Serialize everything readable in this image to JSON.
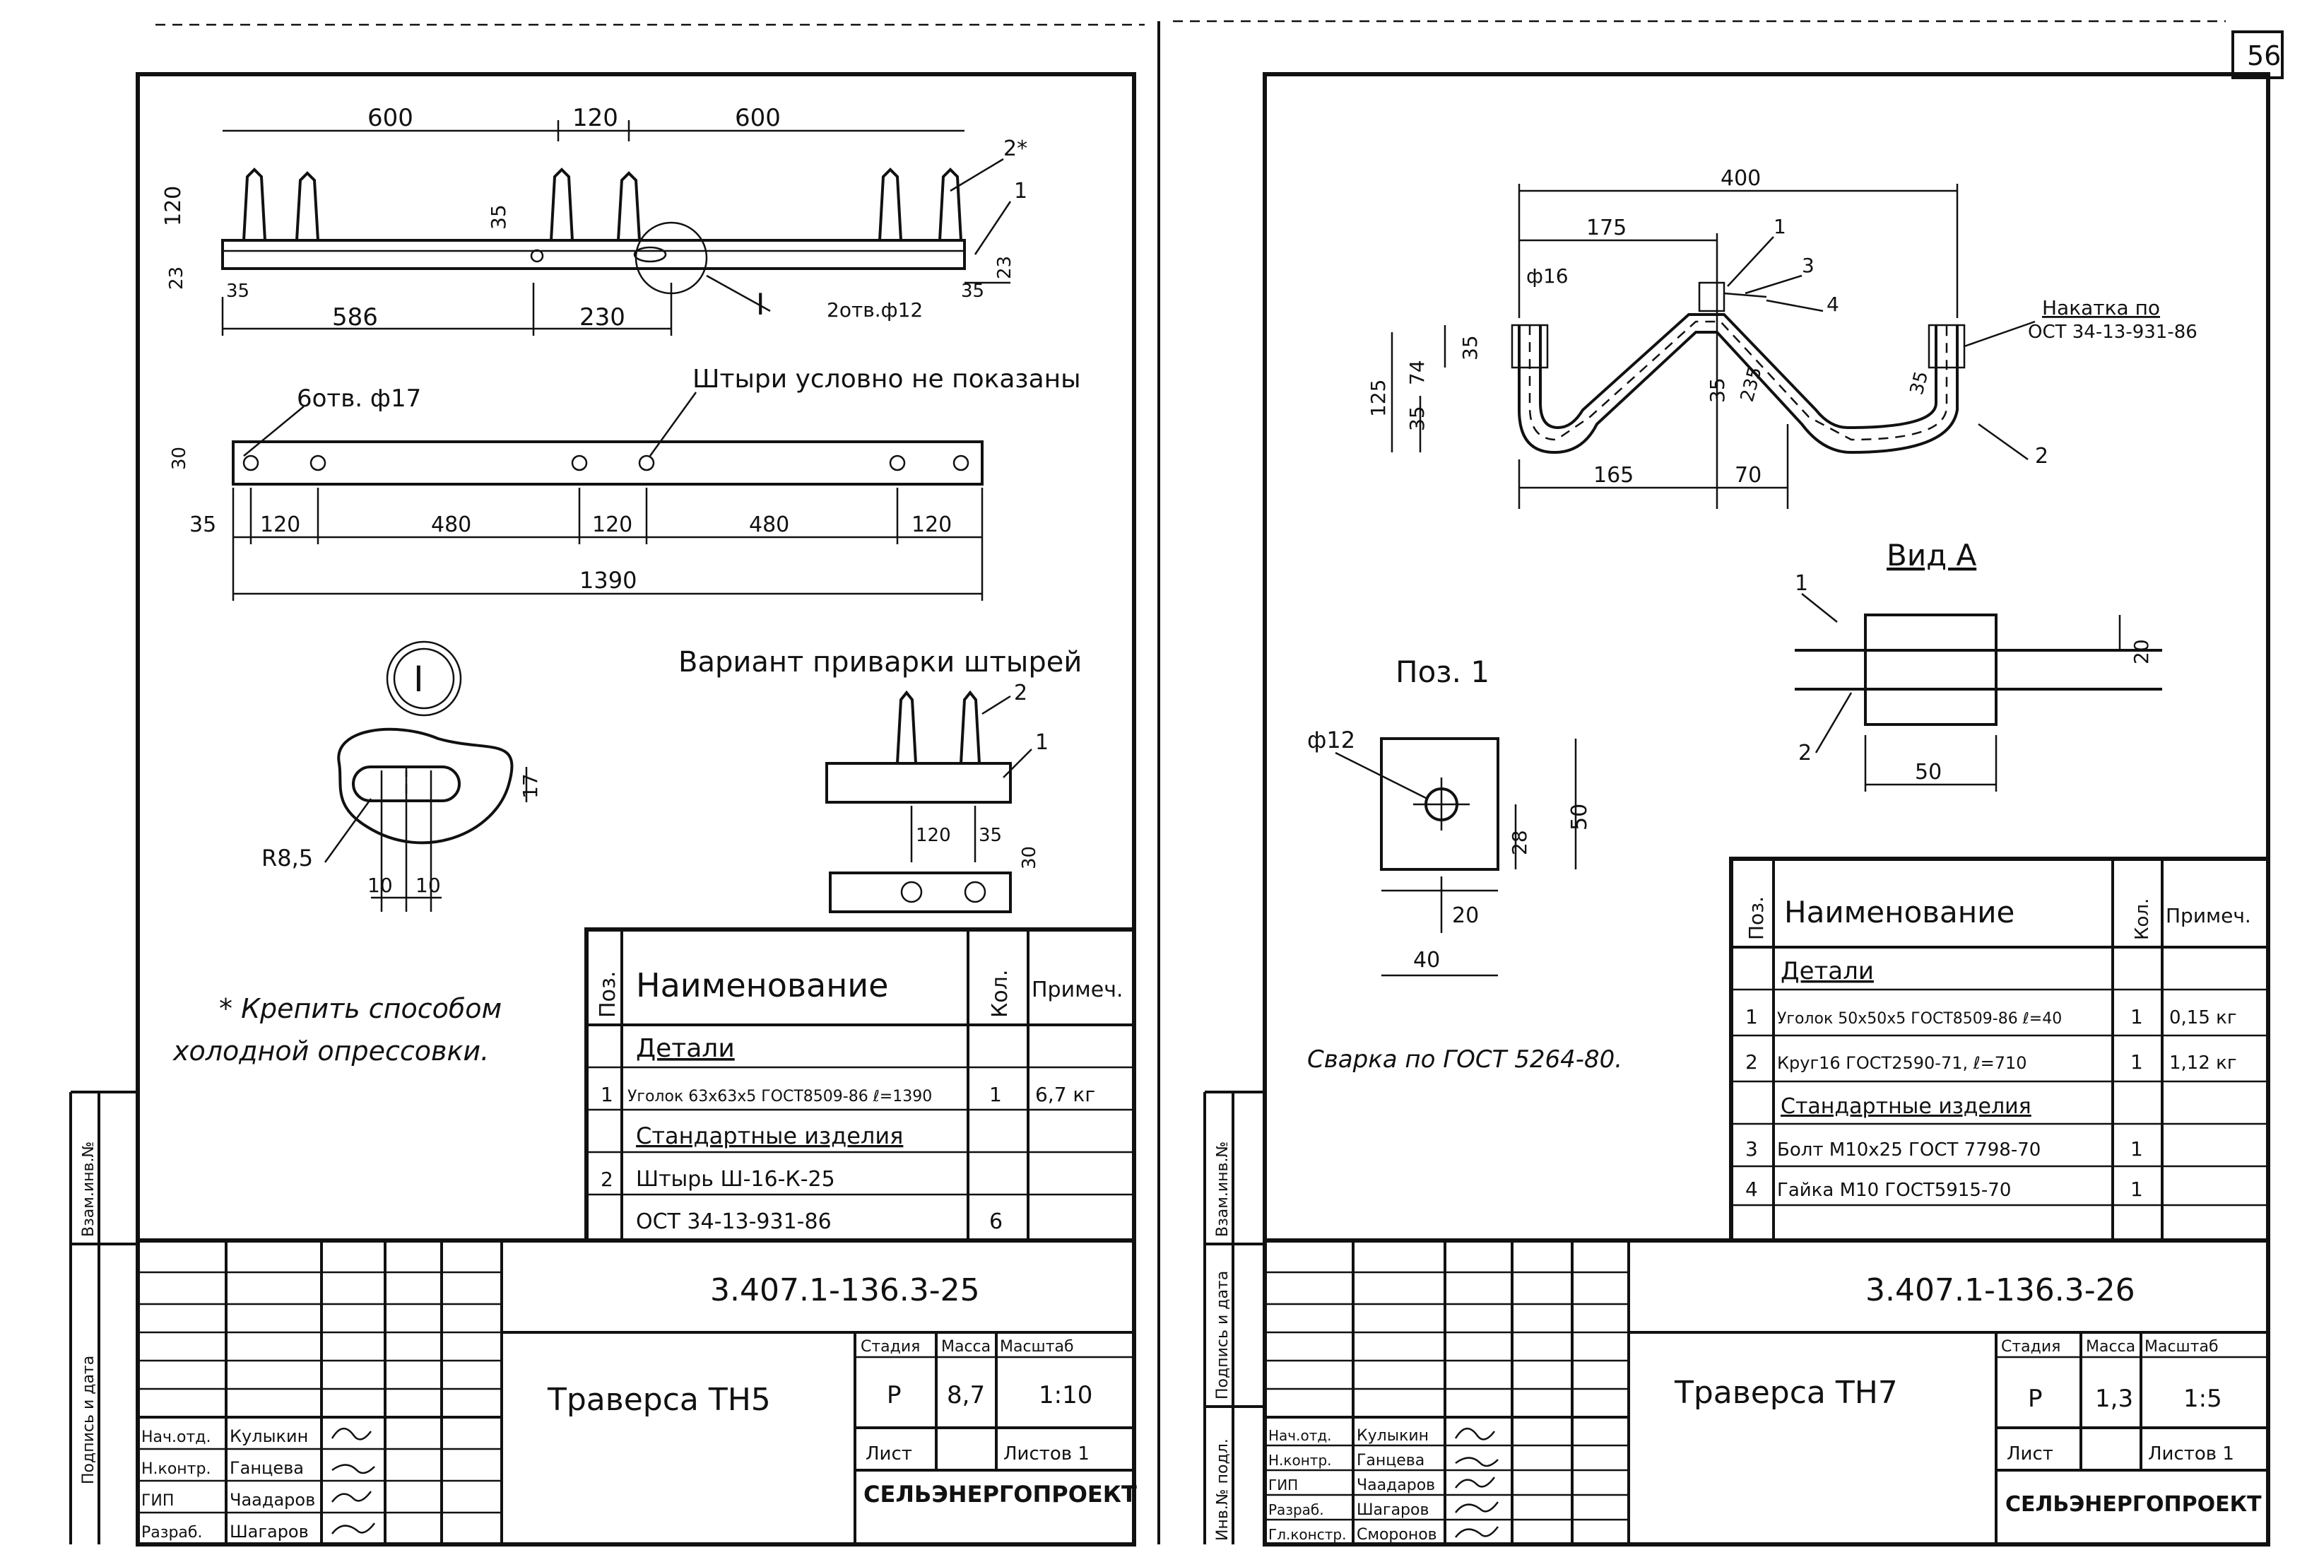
{
  "page_number": "56",
  "left_sheet": {
    "dims_top": {
      "d600a": "600",
      "d120": "120",
      "d600b": "600",
      "d120h": "120",
      "d35": "35",
      "d23a": "23",
      "d23b": "23",
      "d35a": "35",
      "d586": "586",
      "d230": "230",
      "d35b": "35",
      "holes": "2отв.ф12",
      "callout1": "1",
      "callout2": "2*",
      "section_mark": "I"
    },
    "dims_plan": {
      "holes": "6отв. ф17",
      "note_pins": "Штыри условно не показаны",
      "d30": "30",
      "d35": "35",
      "d120a": "120",
      "d480a": "480",
      "d120b": "120",
      "d480b": "480",
      "d120c": "120",
      "d1390": "1390"
    },
    "detail": {
      "mark": "I",
      "r": "R8,5",
      "d17": "17",
      "d10a": "10",
      "d10b": "10"
    },
    "variant": {
      "title": "Вариант приварки штырей",
      "c2": "2",
      "c1": "1",
      "d120": "120",
      "d35": "35",
      "d30": "30"
    },
    "note": {
      "line1": "* Крепить способом",
      "line2": "холодной опрессовки."
    },
    "spec": {
      "h_pos": "Поз.",
      "h_name": "Наименование",
      "h_qty": "Кол.",
      "h_note": "Примеч.",
      "rows": [
        {
          "pos": "",
          "name": "Детали",
          "qty": "",
          "note": ""
        },
        {
          "pos": "1",
          "name": "Уголок 63х63х5 ГОСТ8509-86 ℓ=1390",
          "qty": "1",
          "note": "6,7 кг"
        },
        {
          "pos": "",
          "name": "Стандартные изделия",
          "qty": "",
          "note": ""
        },
        {
          "pos": "2",
          "name": "Штырь Ш-16-К-25",
          "qty": "",
          "note": ""
        },
        {
          "pos": "",
          "name": "ОСТ 34-13-931-86",
          "qty": "6",
          "note": ""
        }
      ]
    },
    "side_stamp": {
      "a": "Взам.инв.№",
      "b": "Подпись и дата"
    },
    "title_block": {
      "code": "3.407.1-136.3-25",
      "name": "Траверса ТН5",
      "h_stage": "Стадия",
      "h_mass": "Масса",
      "h_scale": "Масштаб",
      "stage": "Р",
      "mass": "8,7",
      "scale": "1:10",
      "sheet": "Лист",
      "sheets": "Листов 1",
      "org": "СЕЛЬЭНЕРГОПРОЕКТ",
      "roles": [
        "Нач.отд.",
        "Н.контр.",
        "ГИП",
        "Разраб."
      ],
      "names": [
        "Кулыкин",
        "Ганцева",
        "Чаадаров",
        "Шагаров"
      ]
    }
  },
  "right_sheet": {
    "dims": {
      "d400": "400",
      "d175": "175",
      "d16": "ф16",
      "d125": "125",
      "d35a": "35",
      "d74": "74",
      "d35b": "35",
      "d35c": "35",
      "d235": "235",
      "d35d": "35",
      "d165": "165",
      "d70": "70",
      "c1": "1",
      "c2": "2",
      "c3": "3",
      "c4": "4",
      "knurl1": "Накатка по",
      "knurl2": "ОСТ 34-13-931-86"
    },
    "view": {
      "title": "Вид А",
      "c1": "1",
      "c2": "2",
      "d20": "20",
      "d50": "50"
    },
    "pos1": {
      "title": "Поз. 1",
      "hole": "ф12",
      "d50": "50",
      "d28": "28",
      "d20": "20",
      "d40": "40"
    },
    "weld": "Сварка по ГОСТ 5264-80.",
    "spec": {
      "h_pos": "Поз.",
      "h_name": "Наименование",
      "h_qty": "Кол.",
      "h_note": "Примеч.",
      "rows": [
        {
          "pos": "",
          "name": "Детали",
          "qty": "",
          "note": ""
        },
        {
          "pos": "1",
          "name": "Уголок 50х50х5 ГОСТ8509-86 ℓ=40",
          "qty": "1",
          "note": "0,15 кг"
        },
        {
          "pos": "2",
          "name": "Круг16 ГОСТ2590-71, ℓ=710",
          "qty": "1",
          "note": "1,12 кг"
        },
        {
          "pos": "",
          "name": "Стандартные изделия",
          "qty": "",
          "note": ""
        },
        {
          "pos": "3",
          "name": "Болт М10х25 ГОСТ 7798-70",
          "qty": "1",
          "note": ""
        },
        {
          "pos": "4",
          "name": "Гайка М10 ГОСТ5915-70",
          "qty": "1",
          "note": ""
        }
      ]
    },
    "side_stamp": {
      "a": "Взам.инв.№",
      "b": "Подпись и дата",
      "c": "Инв.№ подл."
    },
    "title_block": {
      "code": "3.407.1-136.3-26",
      "name": "Траверса ТН7",
      "h_stage": "Стадия",
      "h_mass": "Масса",
      "h_scale": "Масштаб",
      "stage": "Р",
      "mass": "1,3",
      "scale": "1:5",
      "sheet": "Лист",
      "sheets": "Листов 1",
      "org": "СЕЛЬЭНЕРГОПРОЕКТ",
      "roles": [
        "Нач.отд.",
        "Н.контр.",
        "ГИП",
        "Разраб.",
        "Гл.констр."
      ],
      "names": [
        "Кулыкин",
        "Ганцева",
        "Чаадаров",
        "Шагаров",
        "Сморонов"
      ]
    }
  }
}
